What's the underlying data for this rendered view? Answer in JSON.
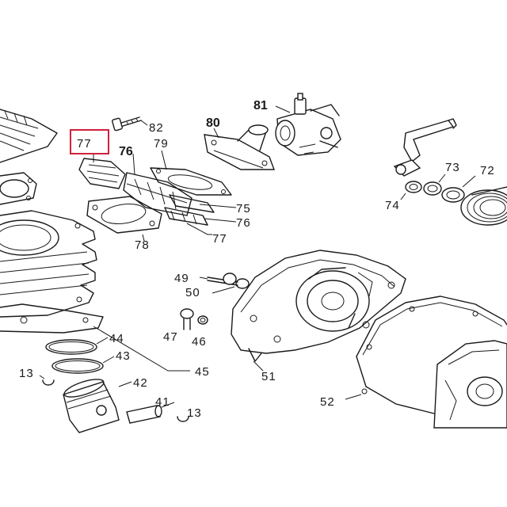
{
  "colors": {
    "highlight": "#d21f3c",
    "ink": "#1a1a1a",
    "background": "#ffffff"
  },
  "labels": {
    "p77_highlight": "77",
    "p82": "82",
    "p80": "80",
    "p81": "81",
    "p79": "79",
    "p76_top": "76",
    "p75": "75",
    "p76_mid": "76",
    "p77_low": "77",
    "p78": "78",
    "p74": "74",
    "p73": "73",
    "p72": "72",
    "p49": "49",
    "p50": "50",
    "p47": "47",
    "p46": "46",
    "p44": "44",
    "p43": "43",
    "p45": "45",
    "p42": "42",
    "p41": "41",
    "p13_left": "13",
    "p13_bottom": "13",
    "p51": "51",
    "p52": "52"
  }
}
